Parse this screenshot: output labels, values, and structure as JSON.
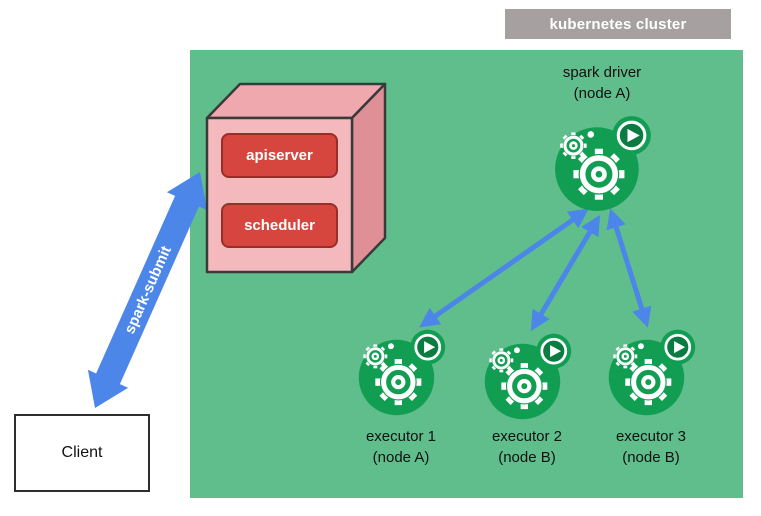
{
  "diagram": {
    "cluster_label": "kubernetes cluster",
    "spark_submit_label": "spark-submit",
    "client_label": "Client",
    "control_plane": {
      "apiserver_label": "apiserver",
      "scheduler_label": "scheduler"
    },
    "driver_label": {
      "line1": "spark driver",
      "line2": "(node A)"
    },
    "executors": [
      {
        "line1": "executor 1",
        "line2": "(node A)"
      },
      {
        "line1": "executor 2",
        "line2": "(node B)"
      },
      {
        "line1": "executor 3",
        "line2": "(node B)"
      }
    ],
    "icons": {
      "pod_icon": "spark-pod-icon (green circle with gears and play button)",
      "parts": [
        "gear-icon-large",
        "gear-icon-small",
        "play-icon"
      ]
    },
    "colors": {
      "cluster_bg": "#60BD8C",
      "cluster_label_bg": "#A6A0A0",
      "arrow_blue": "#4C86E8",
      "box_red": "#D7463E",
      "box_red_border": "#952F28",
      "cube_front": "#F4B9BD",
      "cube_top": "#EFA9AE",
      "cube_side": "#DF9097",
      "cube_outline": "#3A3A3A",
      "icon_green": "#119E53",
      "icon_play_green": "#0A7C41"
    }
  }
}
